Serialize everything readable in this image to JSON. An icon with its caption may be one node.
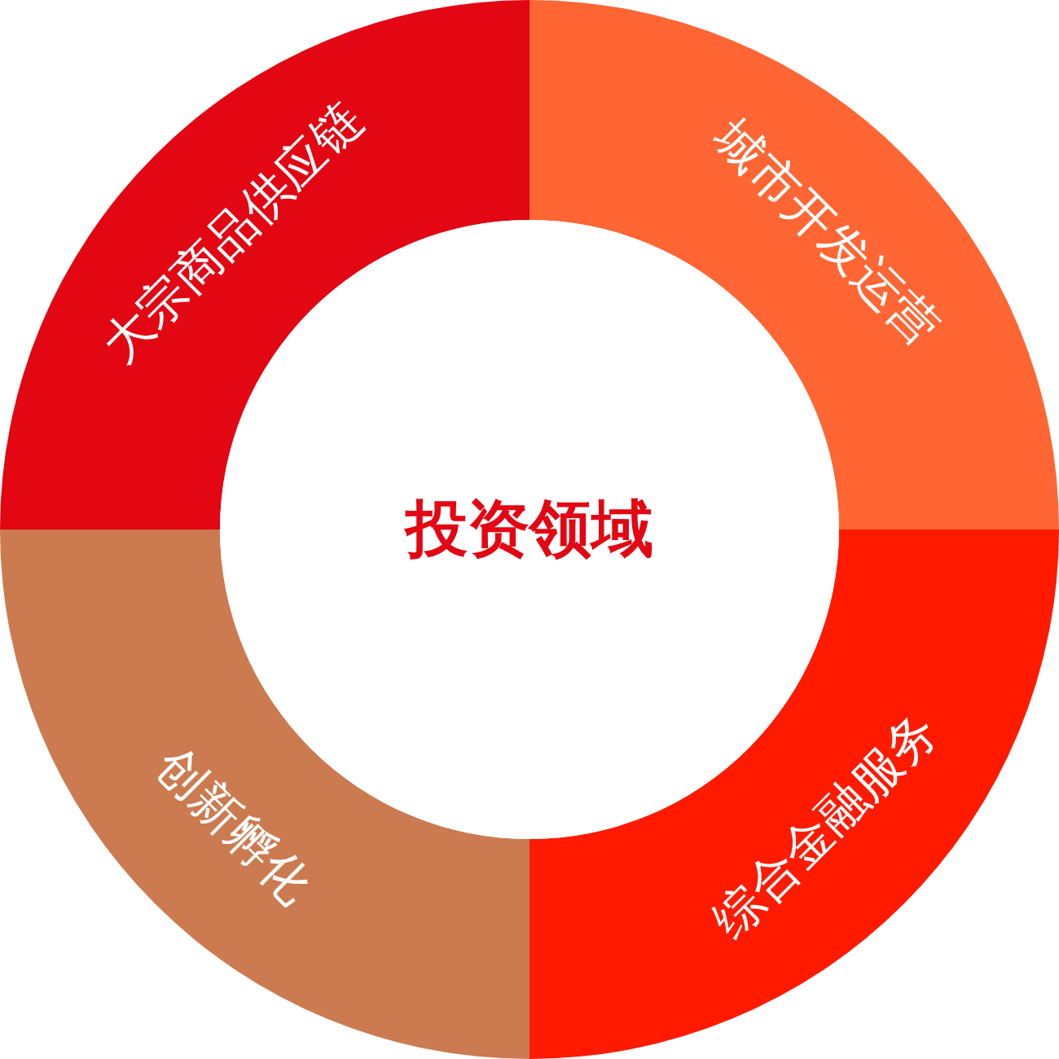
{
  "diagram": {
    "nodes": [
      {
        "text": [
          "投资领域"
        ]
      },
      {
        "text": [
          "大宗商品供应链"
        ]
      },
      {
        "text": [
          "城市开发运营"
        ]
      },
      {
        "text": [
          "综合金融服务"
        ]
      },
      {
        "text": [
          "创新孵化"
        ]
      }
    ]
  }
}
